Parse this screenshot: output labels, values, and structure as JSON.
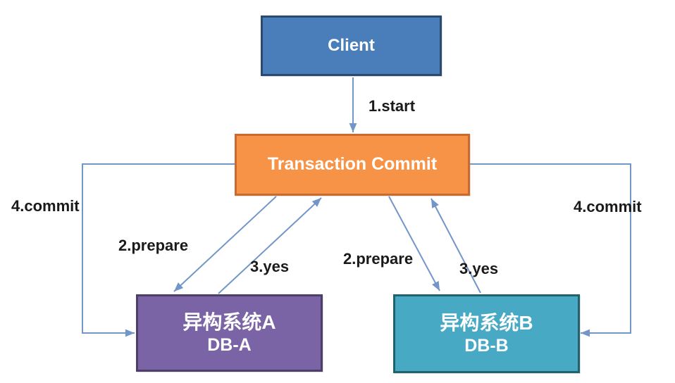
{
  "canvas": {
    "background": "#ffffff"
  },
  "nodes": {
    "client": {
      "label": "Client",
      "fill": "#4a7ebb",
      "border": "#2b4a70",
      "text_color": "#ffffff"
    },
    "coordinator": {
      "label": "Transaction Commit",
      "fill": "#f69346",
      "border": "#cb6a2e",
      "text_color": "#ffffff"
    },
    "system_a": {
      "label": "异构系统A",
      "sublabel": "DB-A",
      "fill": "#7b64a5",
      "border": "#4e3f68",
      "text_color": "#ffffff"
    },
    "system_b": {
      "label": "异构系统B",
      "sublabel": "DB-B",
      "fill": "#48a9c4",
      "border": "#24616f",
      "text_color": "#ffffff"
    }
  },
  "edges": {
    "color": "#7396c8",
    "label_color": "#1a1a1a",
    "start": {
      "label": "1.start"
    },
    "prepare_a": {
      "label": "2.prepare"
    },
    "yes_a": {
      "label": "3.yes"
    },
    "prepare_b": {
      "label": "2.prepare"
    },
    "yes_b": {
      "label": "3.yes"
    },
    "commit_a": {
      "label": "4.commit"
    },
    "commit_b": {
      "label": "4.commit"
    }
  }
}
